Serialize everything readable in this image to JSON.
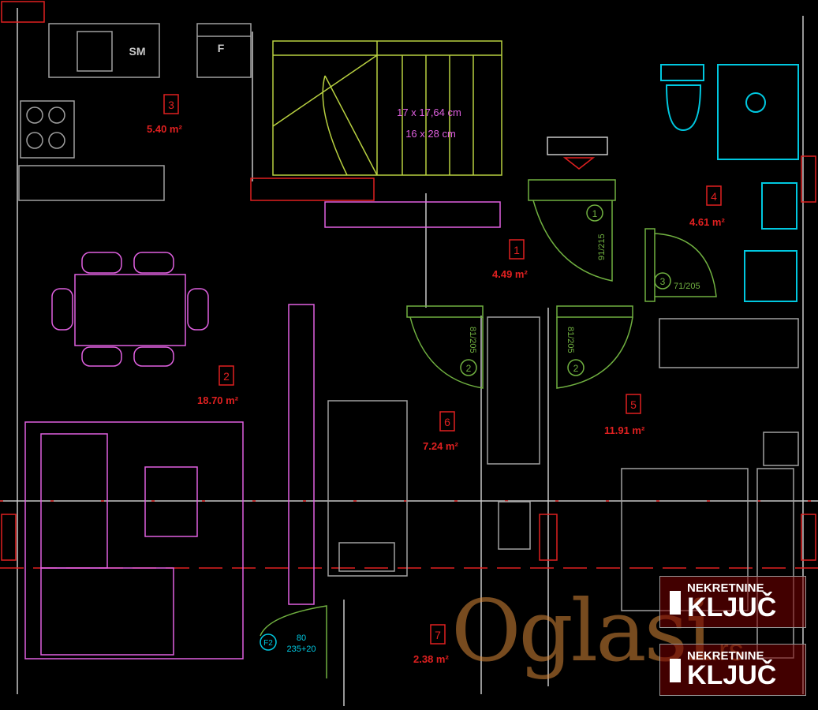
{
  "rooms": [
    {
      "id": "room-3",
      "number": "3",
      "area": "5.40 m²",
      "color": "#e02020"
    },
    {
      "id": "room-2",
      "number": "2",
      "area": "18.70 m²",
      "color": "#e02020"
    },
    {
      "id": "room-1",
      "number": "1",
      "area": "4.49 m²",
      "color": "#e02020"
    },
    {
      "id": "room-4",
      "number": "4",
      "area": "4.61 m²",
      "color": "#e02020"
    },
    {
      "id": "room-6",
      "number": "6",
      "area": "7.24 m²",
      "color": "#e02020"
    },
    {
      "id": "room-5",
      "number": "5",
      "area": "11.91 m²",
      "color": "#e02020"
    },
    {
      "id": "room-7",
      "number": "7",
      "area": "2.38 m²",
      "color": "#e02020"
    }
  ],
  "stairs": {
    "line1": "17 x 17,64 cm",
    "line2": "16 x 28 cm"
  },
  "doors": {
    "d1": {
      "mark": "1",
      "size": "91/215"
    },
    "d2a": {
      "mark": "2",
      "size": "81/205"
    },
    "d2b": {
      "mark": "2",
      "size": "81/205"
    },
    "d3": {
      "mark": "3",
      "size": "71/205"
    },
    "f2": {
      "mark": "F2",
      "size": "80",
      "sub": "235+20"
    }
  },
  "appliances": {
    "washer": "SM",
    "fridge": "F"
  },
  "watermark": {
    "text": "Oglasi",
    "suffix": ".rs"
  },
  "logo": {
    "line1": "NEKRETNINE",
    "line2": "KLJUČ"
  },
  "colors": {
    "wall": "#c8c8c8",
    "furniture": "#e060e0",
    "stairs": "#b8d040",
    "bath": "#00c8e0",
    "door": "#70b040",
    "label": "#e02020",
    "walls_red": "#e02020"
  }
}
